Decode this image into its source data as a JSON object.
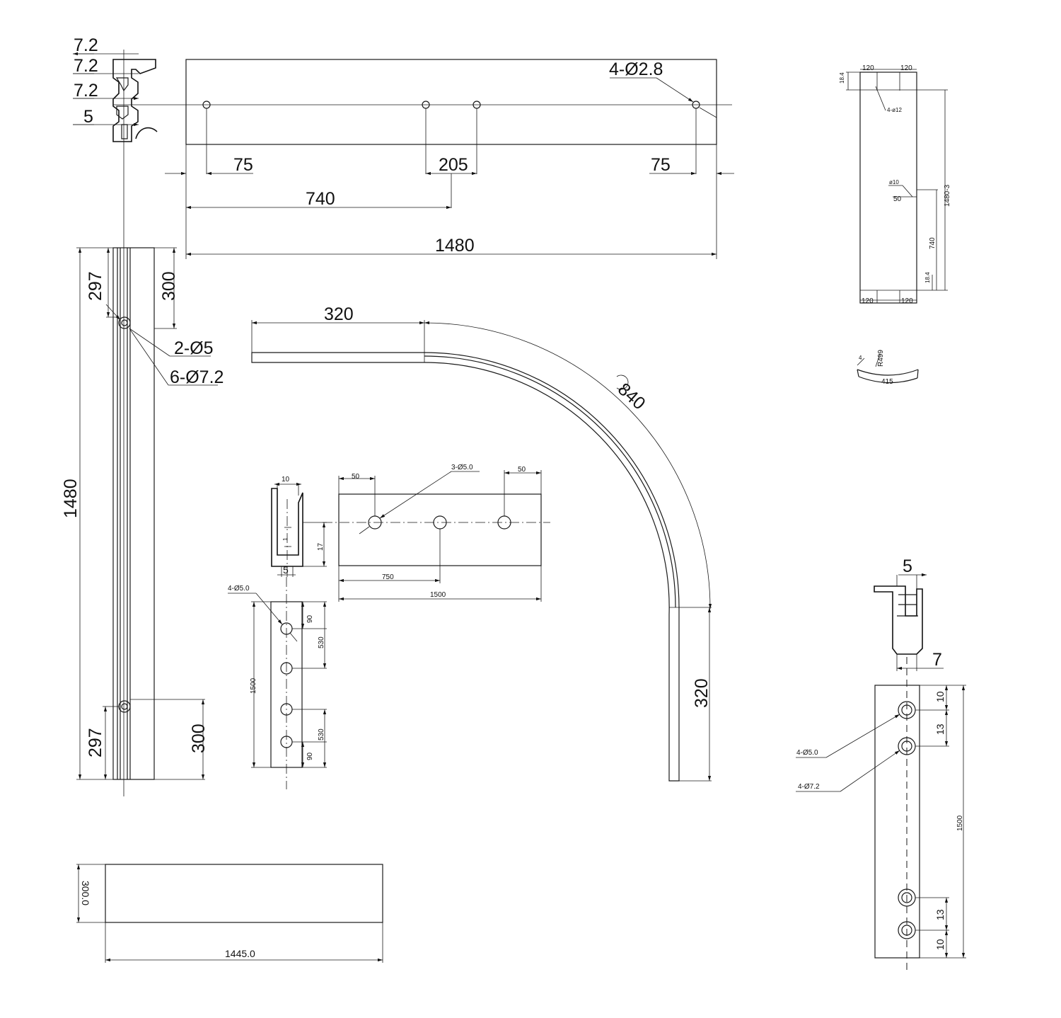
{
  "views": {
    "rail_top": {
      "d_72a": "7.2",
      "d_72b": "7.2",
      "d_72c": "7.2",
      "d_5": "5",
      "holes": "4-Ø2.8",
      "d_75l": "75",
      "d_205": "205",
      "d_75r": "75",
      "d_740": "740",
      "d_1480": "1480"
    },
    "rail_side": {
      "d_297t": "297",
      "d_300t": "300",
      "holes_a": "2-Ø5",
      "holes_b": "6-Ø7.2",
      "d_1480": "1480",
      "d_297b": "297",
      "d_300b": "300"
    },
    "small_panel": {
      "d_184t": "18.4",
      "d_120a": "120",
      "d_120b": "120",
      "holes": "4-ø12",
      "d_o10": "ø10",
      "d_50": "50",
      "d_1480": "1480-3",
      "d_740": "740",
      "d_184b": "18.4",
      "d_120c": "120",
      "d_120d": "120"
    },
    "small_arc": {
      "d_4": "4",
      "d_r499": "R499",
      "d_415": "415"
    },
    "curve": {
      "d_320t": "320",
      "d_r840": "840",
      "d_320r": "320"
    },
    "channel": {
      "d_10": "10",
      "d_17": "17",
      "d_5": "5",
      "d_1": "1",
      "d_50l": "50",
      "holes": "3-Ø5.0",
      "d_50r": "50",
      "d_750": "750",
      "d_1500": "1500"
    },
    "vert_strip": {
      "holes": "4-Ø5.0",
      "d_90t": "90",
      "d_530t": "530",
      "d_1500": "1500",
      "d_530b": "530",
      "d_90b": "90"
    },
    "bottom_bar": {
      "d_300": "300.0",
      "d_1445": "1445.0"
    },
    "right_strip": {
      "d_5": "5",
      "d_7": "7",
      "holes_a": "4-Ø5.0",
      "holes_b": "4-Ø7.2",
      "d_10t": "10",
      "d_13t": "13",
      "d_1500": "1500",
      "d_13b": "13",
      "d_10b": "10"
    }
  }
}
